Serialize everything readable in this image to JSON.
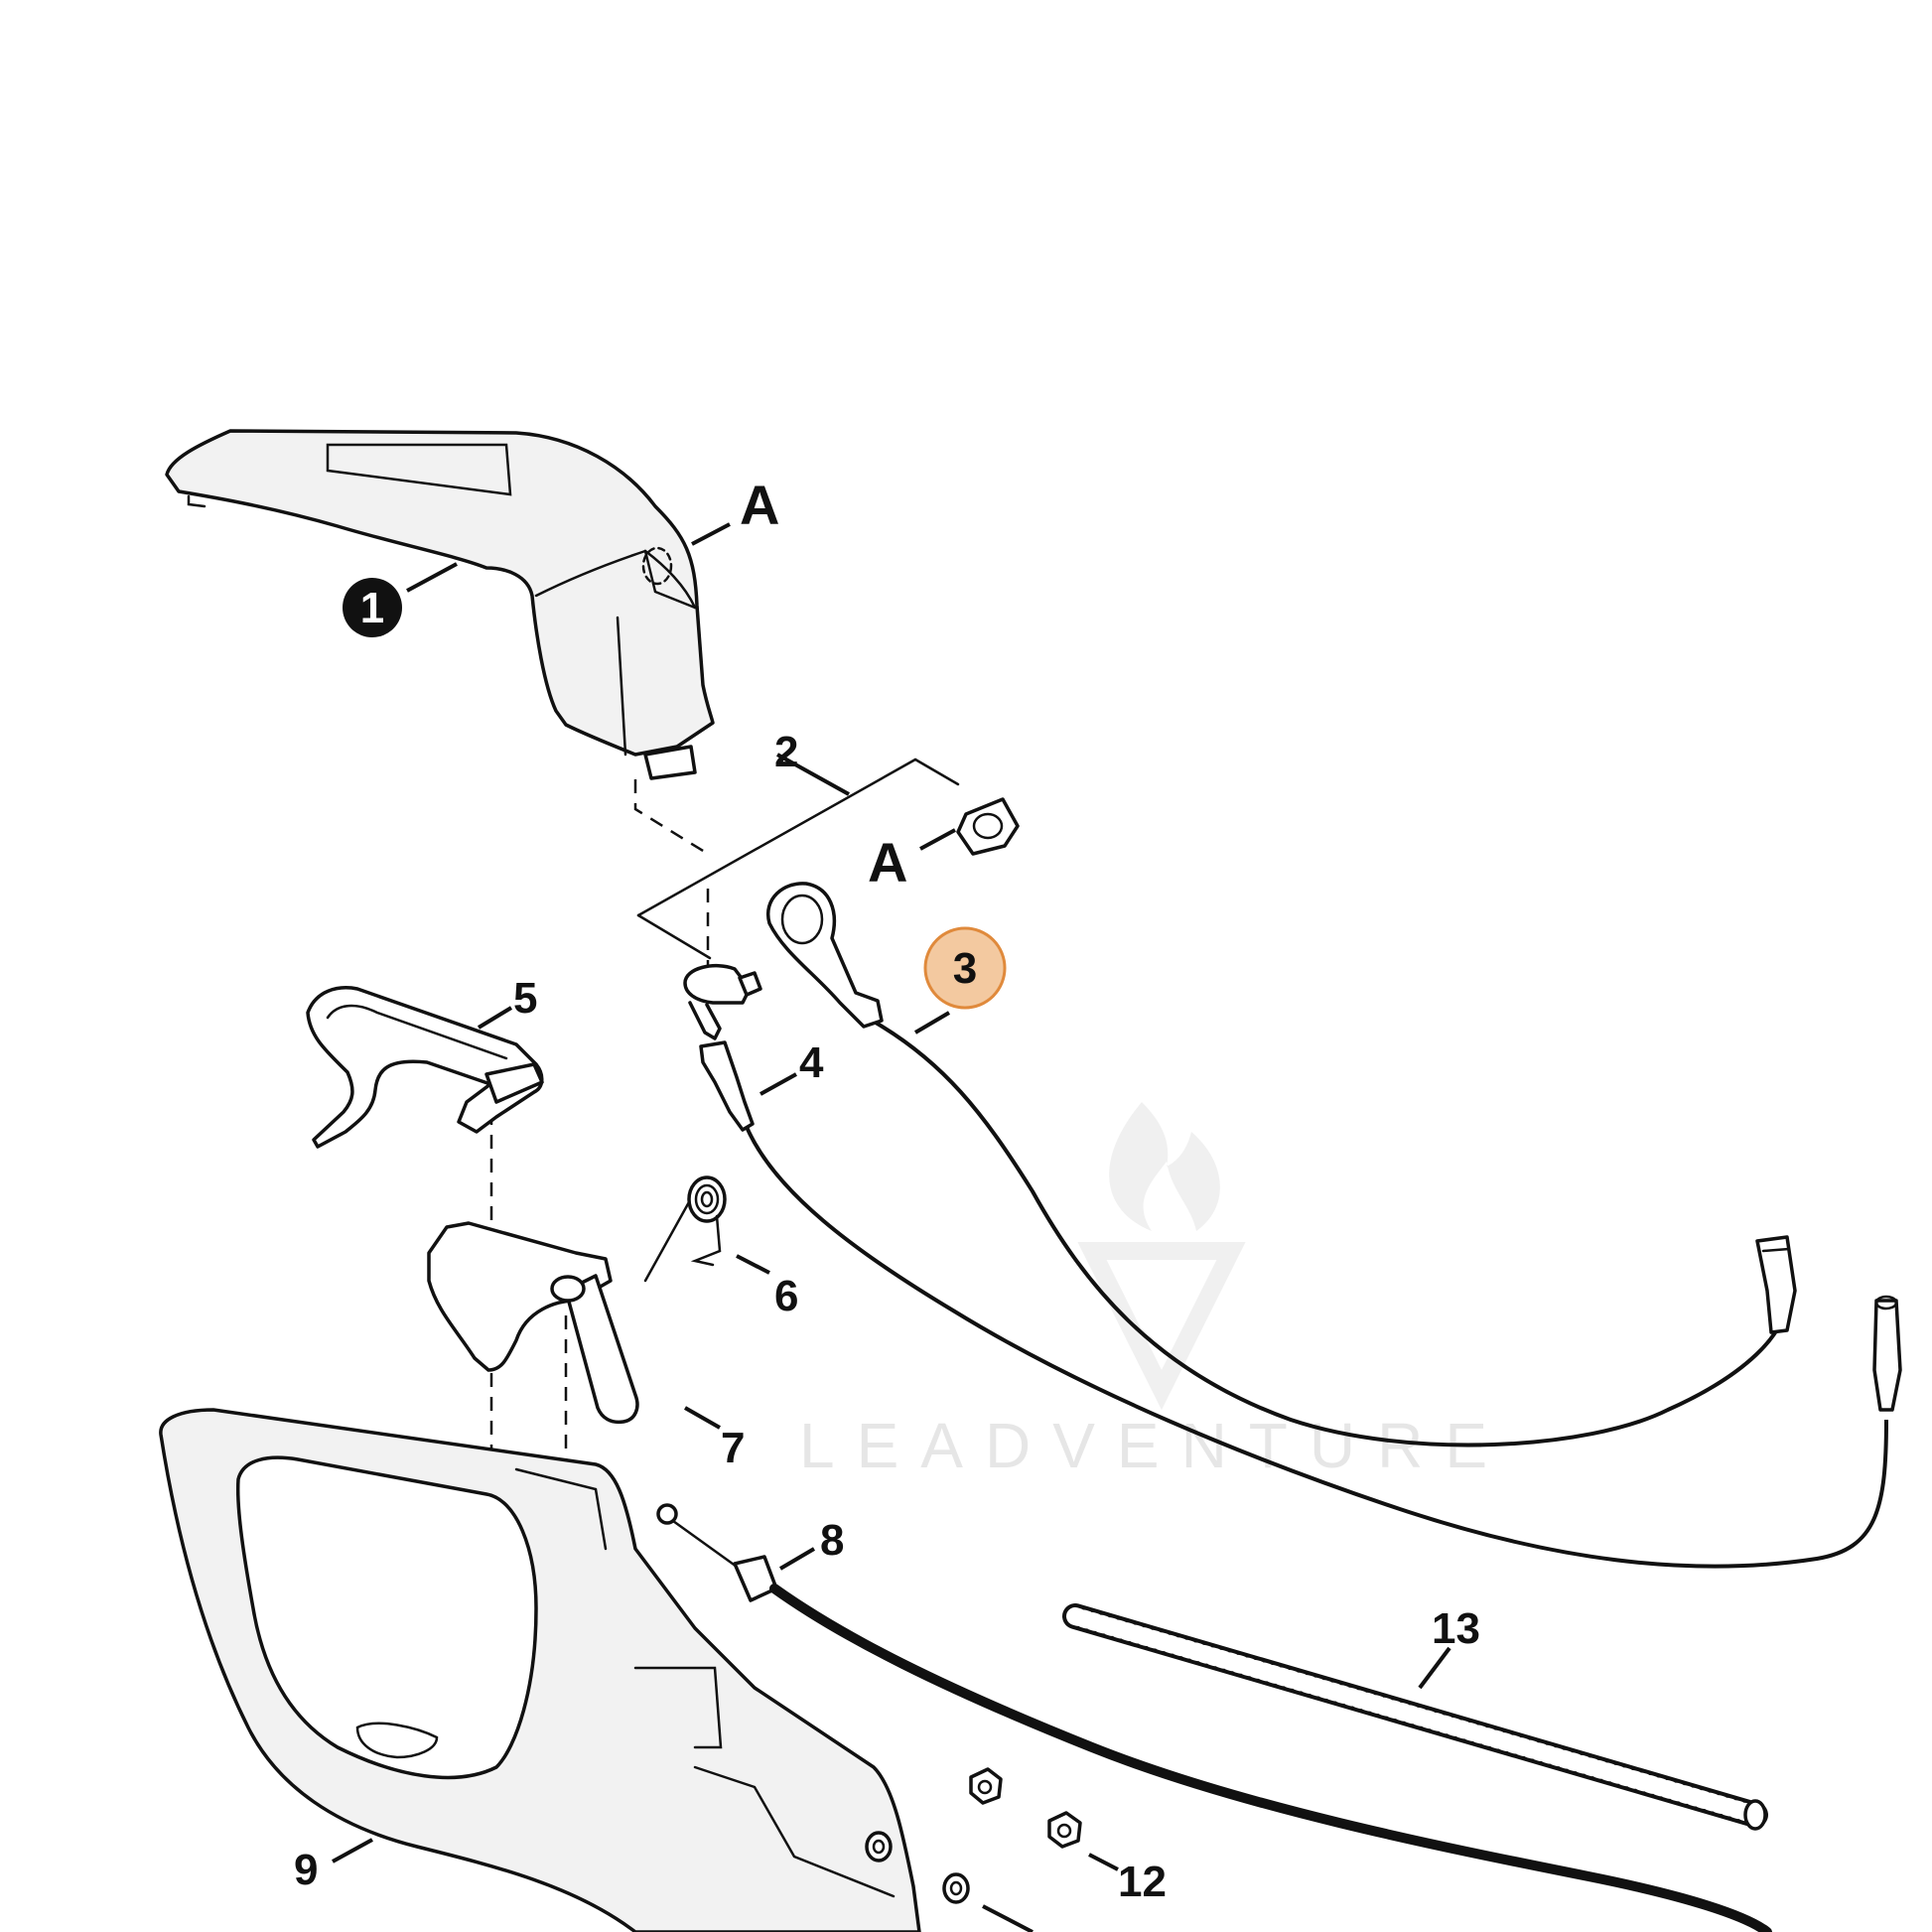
{
  "diagram": {
    "callouts": {
      "c1": "1",
      "c2": "2",
      "c3": "3",
      "c4": "4",
      "c5": "5",
      "c6": "6",
      "c7": "7",
      "c8": "8",
      "c9": "9",
      "c12": "12",
      "c13": "13",
      "a_top": "A",
      "a_mid": "A"
    },
    "highlight_color": "#f3c9a0",
    "highlight_stroke": "#e08a3c",
    "watermark": "LEADVENTURE"
  }
}
